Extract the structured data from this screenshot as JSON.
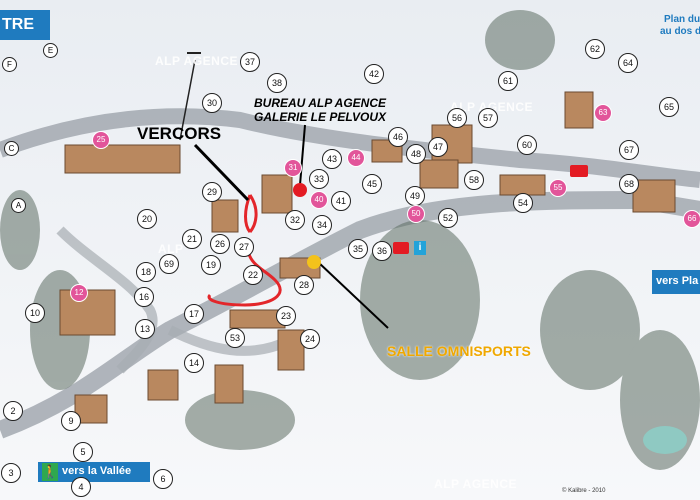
{
  "header": {
    "tab_left": "TRE",
    "plan_line1": "Plan du",
    "plan_line2": "au dos d"
  },
  "annotations": {
    "vercors": "VERCORS",
    "bureau_line1": "BUREAU ALP AGENCE",
    "bureau_line2": "GALERIE LE PELVOUX",
    "salle": "SALLE OMNISPORTS"
  },
  "watermarks": {
    "alp1": "ALP AGENCE",
    "alp2": "ALP AGENCE",
    "alp3": "ALP",
    "alp4": "ALP AGENCE"
  },
  "nav": {
    "vallee": "vers la Vallée",
    "plan": "vers Pla"
  },
  "copyright": "© Kalibre - 2010",
  "markers": {
    "n2": "2",
    "n3": "3",
    "n4": "4",
    "n5": "5",
    "n6": "6",
    "n9": "9",
    "n10": "10",
    "n13": "13",
    "n14": "14",
    "n16": "16",
    "n17": "17",
    "n18": "18",
    "n19": "19",
    "n20": "20",
    "n21": "21",
    "n22": "22",
    "n23": "23",
    "n24": "24",
    "n26": "26",
    "n27": "27",
    "n28": "28",
    "n29": "29",
    "n30": "30",
    "n32": "32",
    "n33": "33",
    "n34": "34",
    "n35": "35",
    "n36": "36",
    "n37": "37",
    "n38": "38",
    "n41": "41",
    "n42": "42",
    "n43": "43",
    "n45": "45",
    "n46": "46",
    "n47": "47",
    "n48": "48",
    "n49": "49",
    "n52": "52",
    "n53": "53",
    "n54": "54",
    "n56": "56",
    "n57": "57",
    "n58": "58",
    "n60": "60",
    "n61": "61",
    "n62": "62",
    "n64": "64",
    "n65": "65",
    "n67": "67",
    "n68": "68",
    "n69": "69"
  },
  "pink_markers": {
    "p12": "12",
    "p25": "25",
    "p31": "31",
    "p40": "40",
    "p44": "44",
    "p50": "50",
    "p55": "55",
    "p63": "63",
    "p66": "66"
  },
  "letters": {
    "f": "F",
    "a": "A",
    "e": "E",
    "c": "C"
  },
  "colors": {
    "header_blue": "#1f7bbf",
    "pink_marker": "#e2559a",
    "route_red": "#e3262a",
    "dot_red": "#e31b23",
    "dot_yellow": "#f3c21b",
    "salle_text": "#f0a800"
  },
  "icons": {
    "hiker": "hiker-icon",
    "lift": "lift-icon",
    "info": "info-icon"
  }
}
